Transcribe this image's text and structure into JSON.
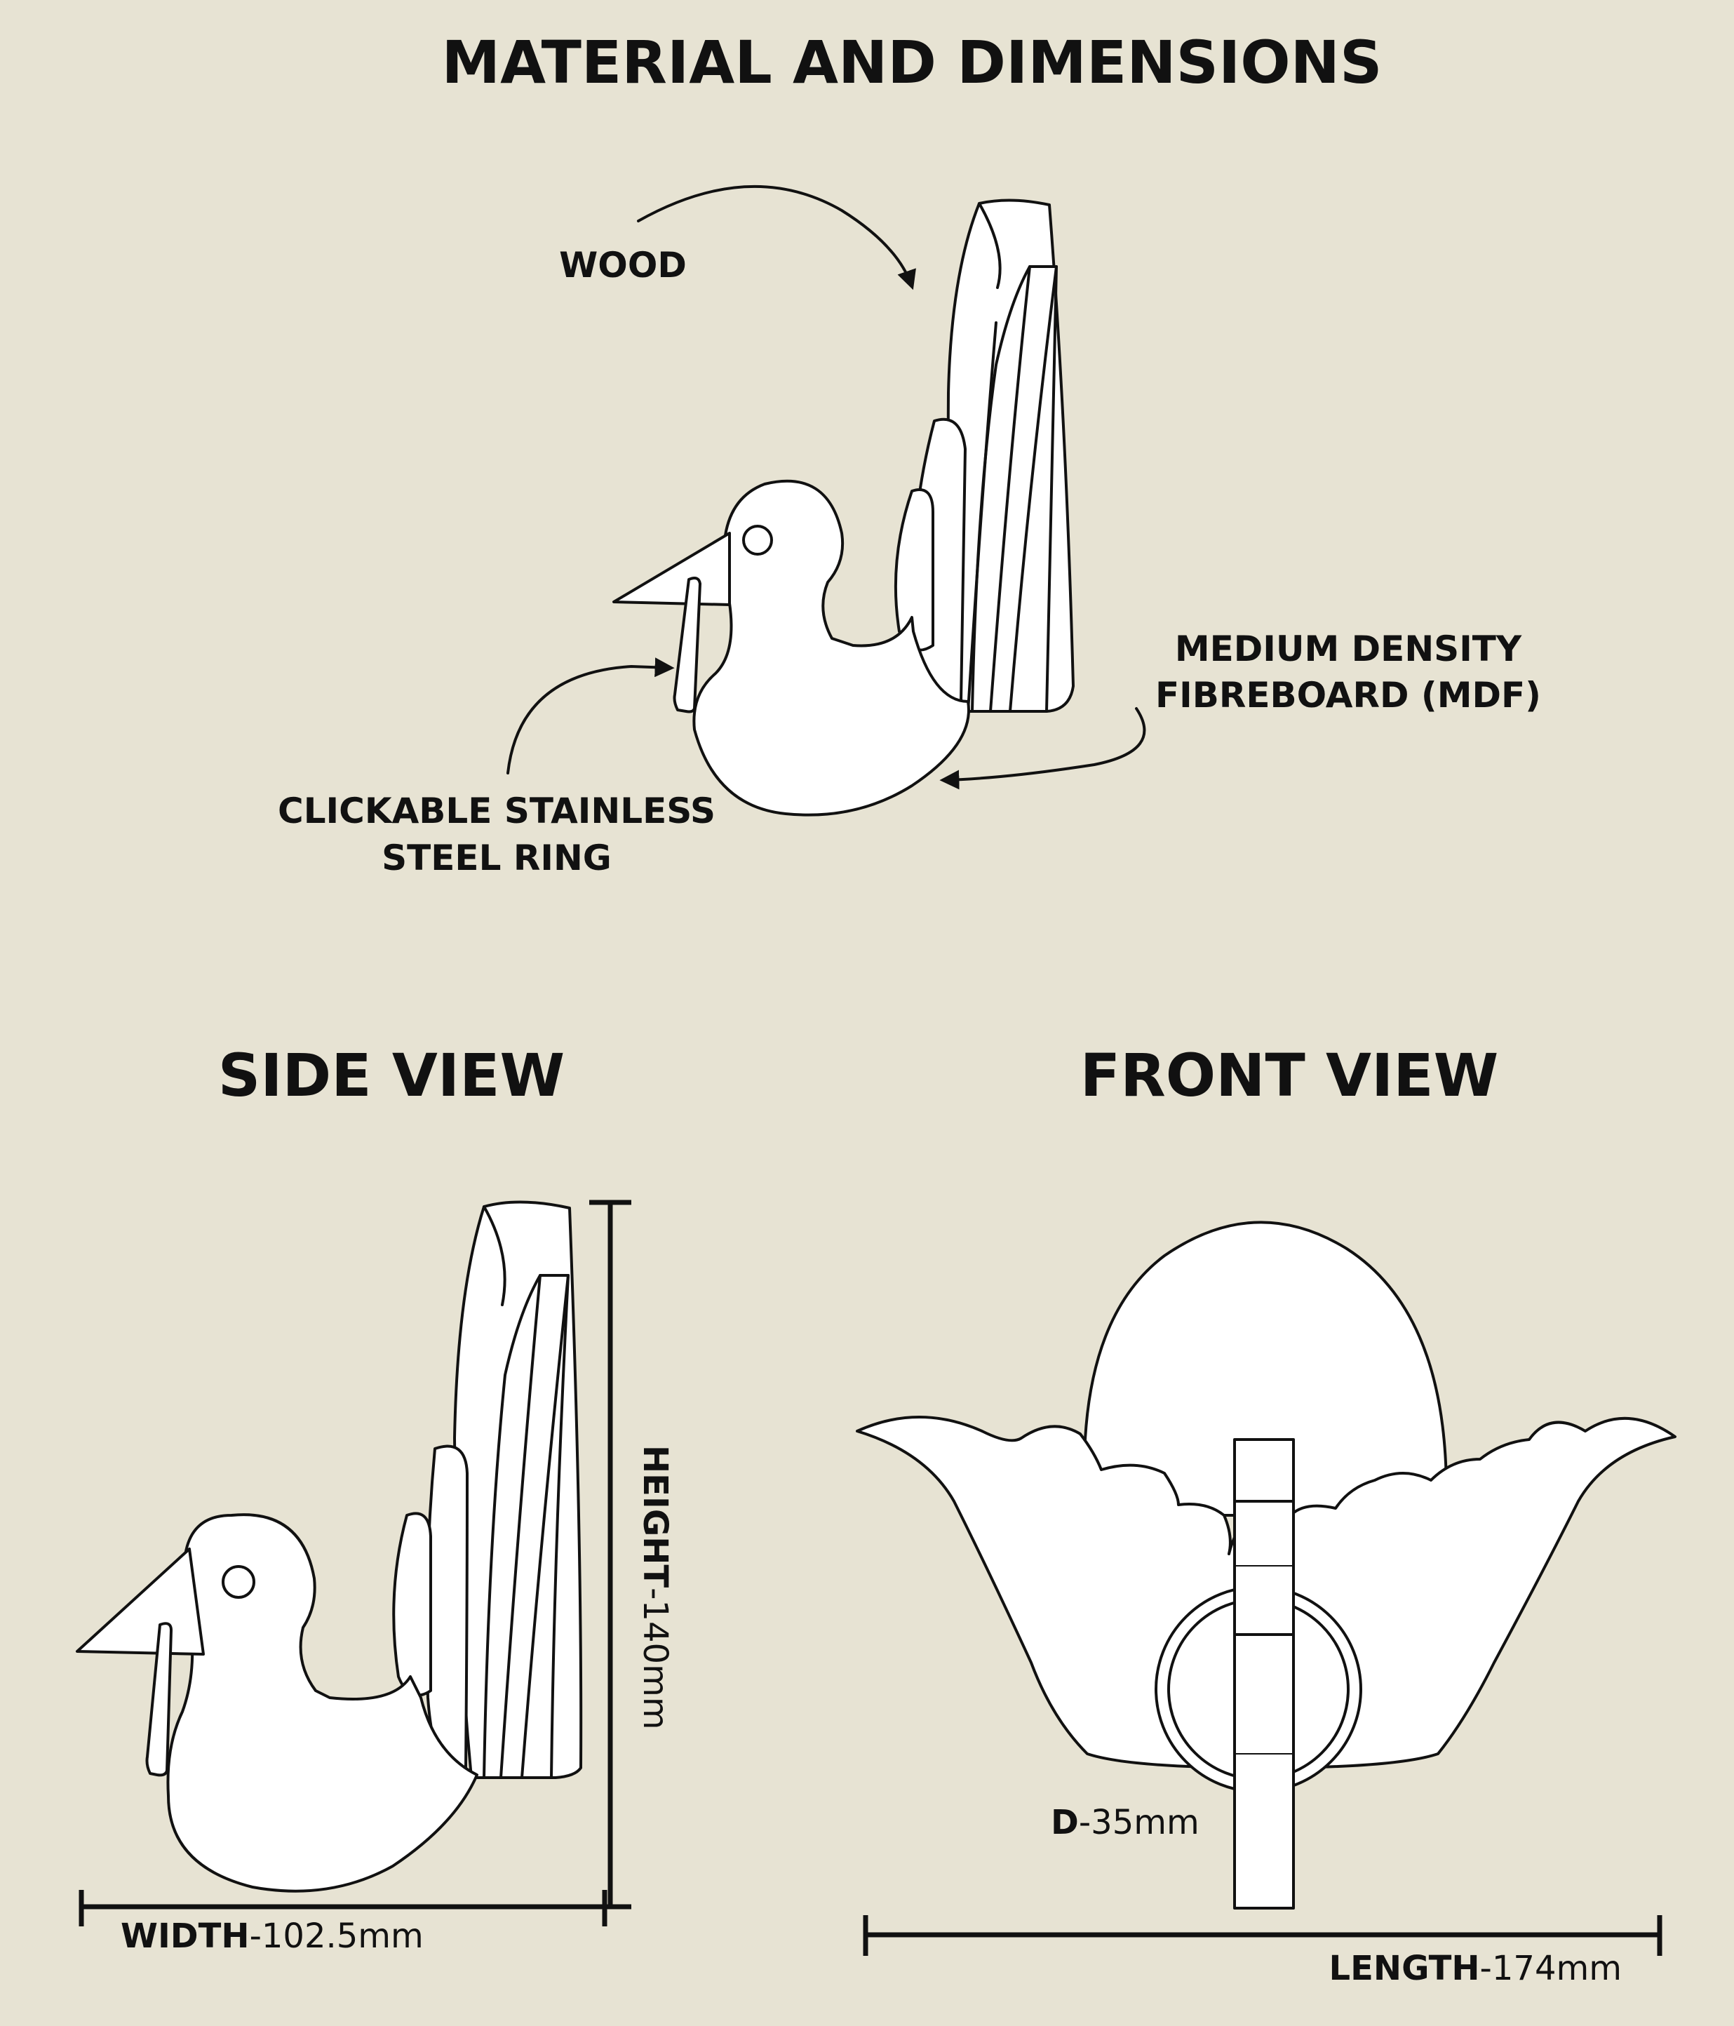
{
  "title": "MATERIAL AND DIMENSIONS",
  "callouts": {
    "wood": "WOOD",
    "mdf_line1": "MEDIUM DENSITY",
    "mdf_line2": "FIBREBOARD (MDF)",
    "ring_line1": "CLICKABLE STAINLESS",
    "ring_line2": "STEEL RING"
  },
  "views": {
    "side": "SIDE VIEW",
    "front": "FRONT VIEW"
  },
  "dimensions": {
    "height": {
      "label": "HEIGHT",
      "value": "-140mm"
    },
    "width": {
      "label": "WIDTH",
      "value": "-102.5mm"
    },
    "diameter": {
      "label": "D",
      "value": "-35mm"
    },
    "length": {
      "label": "LENGTH",
      "value": "-174mm"
    }
  },
  "colors": {
    "background": "#e7e3d3",
    "ink": "#111111",
    "fill": "#ffffff"
  }
}
